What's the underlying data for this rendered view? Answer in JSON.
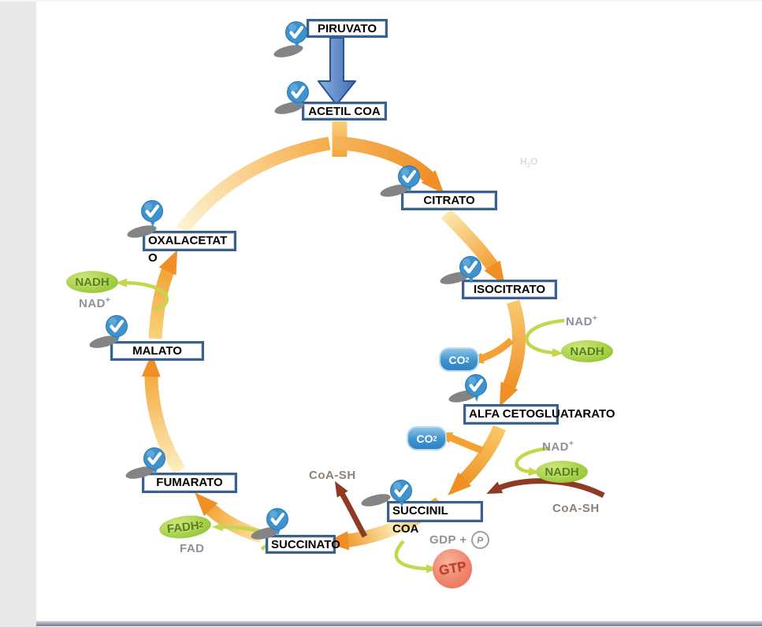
{
  "diagram": {
    "kind": "metabolic-cycle",
    "nodes": [
      {
        "id": "piruvato",
        "label": "PIRUVATO",
        "lines": [
          "PIRUVATO"
        ]
      },
      {
        "id": "acetil_coa",
        "label": "ACETIL COA",
        "lines": [
          "ACETIL COA"
        ]
      },
      {
        "id": "citrato",
        "label": "CITRATO",
        "lines": [
          "CITRATO"
        ]
      },
      {
        "id": "isocitrato",
        "label": "ISOCITRATO",
        "lines": [
          "ISOCITRATO"
        ]
      },
      {
        "id": "alfa_cetogluatarato",
        "label": "ALFA CETOGLUATARATO",
        "lines": [
          "ALFA CETOGLUATARATO"
        ]
      },
      {
        "id": "succinil_coa",
        "label": "SUCCINIL COA",
        "lines": [
          "SUCCINIL",
          "COA"
        ]
      },
      {
        "id": "succinato",
        "label": "SUCCINATO",
        "lines": [
          "SUCCINATO"
        ]
      },
      {
        "id": "fumarato",
        "label": "FUMARATO",
        "lines": [
          "FUMARATO"
        ]
      },
      {
        "id": "malato",
        "label": "MALATO",
        "lines": [
          "MALATO"
        ]
      },
      {
        "id": "oxalacetato",
        "label": "OXALACETATO",
        "lines": [
          "OXALACETAT",
          "O"
        ]
      }
    ],
    "cofactors": {
      "nad_r1": {
        "base": "NAD",
        "sup": "+"
      },
      "nadh_r1": {
        "label": "NADH"
      },
      "co2_r1": {
        "base": "CO",
        "sub": "2"
      },
      "co2_l2": {
        "base": "CO",
        "sub": "2"
      },
      "nad_r2": {
        "base": "NAD",
        "sup": "+"
      },
      "nadh_r2": {
        "label": "NADH"
      },
      "coa_sh_right": {
        "label": "CoA-SH"
      },
      "coa_sh_top": {
        "label": "CoA-SH"
      },
      "gdp": {
        "label": "GDP +"
      },
      "p_badge": {
        "label": "P"
      },
      "gtp": {
        "label": "GTP"
      },
      "fadh2": {
        "base": "FADH",
        "sub": "2"
      },
      "fad": {
        "label": "FAD"
      },
      "nadh_left": {
        "label": "NADH"
      },
      "nad_left": {
        "base": "NAD",
        "sup": "+"
      },
      "h2o_faint": {
        "base": "H",
        "sub": "2",
        "rest": "O"
      }
    },
    "colors": {
      "node_border": "#39618f",
      "ring_orange": "#ef9227",
      "pale_yellow": "#fdf3d2",
      "nadh_green": "#9ccb3c",
      "co2_blue": "#3f93cf",
      "gtp_red": "#ee8168",
      "cofactor_arrow_green": "#c5d64e",
      "coa_arrow_brown": "#8e3b26",
      "pin_blue": "#3e93ce",
      "entry_arrow_blue": "#4472b8",
      "page_gutter_gray": "#e8e8e8",
      "bottom_bar_gray": "#77828f"
    }
  }
}
